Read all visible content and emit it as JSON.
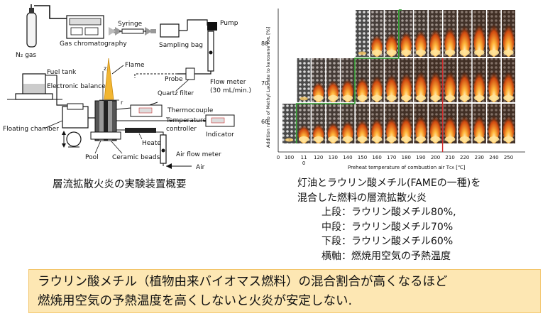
{
  "apparatus_labels": {
    "n2_gas": "N₂ gas",
    "gas_chromatography": "Gas chromatography",
    "syringe": "Syringe",
    "sampling_bag": "Sampling bag",
    "pump": "Pump",
    "fuel_tank": "Fuel tank",
    "electronic_balance": "Electronic balance",
    "flame": "Flame",
    "probe": "Probe",
    "quartz_filter": "Quartz filter",
    "flow_meter": "Flow meter",
    "flow_meter_rate": "(30 mL/min.)",
    "axis_z": "z",
    "axis_r": "r",
    "thermocouple": "Thermocouple",
    "temperature_controller_1": "Temperature",
    "temperature_controller_2": "controller",
    "indicator": "Indicator",
    "floating_chamber": "Floating chamber",
    "heater": "Heater",
    "pool": "Pool",
    "ceramic_beads": "Ceramic beads",
    "air_flow_meter": "Air flow meter",
    "air": "Air"
  },
  "photo_grid": {
    "y_axis_label": "Addition ratio of Methyl Laurate to kerosene R",
    "y_axis_sub": "ML",
    "y_axis_unit": " [%]",
    "row_labels": [
      "80",
      "70",
      "60"
    ],
    "x_ticks": [
      "0",
      "100",
      "11",
      "120",
      "130",
      "140",
      "150",
      "160",
      "170",
      "180",
      "190",
      "200",
      "210",
      "220",
      "230",
      "240",
      "250"
    ],
    "x_tick_extra": "0",
    "x_axis_label": "Preheat temperature of combustion air  T",
    "x_axis_sub": "CA",
    "x_axis_unit": " [℃]",
    "highlight_green": "#2e9a2e",
    "highlight_red": "#d22a2a"
  },
  "captions": {
    "left": "層流拡散火炎の実験装置概要",
    "right_line1": "灯油とラウリン酸メチル(FAMEの一種)を",
    "right_line2": "混合した燃料の層流拡散火炎",
    "upper": "上段：ラウリン酸メチル80%,",
    "middle": "中段：ラウリン酸メチル70%",
    "lower": "下段：ラウリン酸メチル60%",
    "horizontal": "横軸：燃焼用空気の予熱温度"
  },
  "note": {
    "line1": "ラウリン酸メチル（植物由来バイオマス燃料）の混合割合が高くなるほど",
    "line2": "燃焼用空気の予熱温度を高くしないと火炎が安定しない."
  }
}
